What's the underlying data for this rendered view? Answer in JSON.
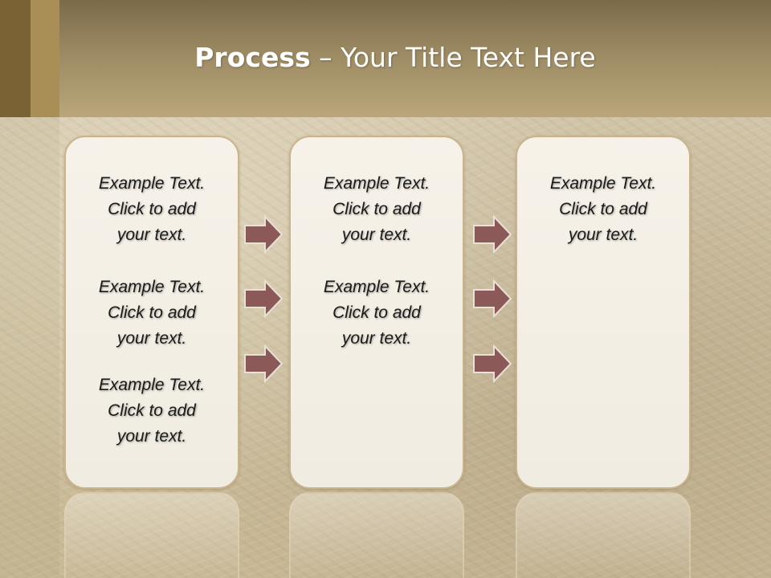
{
  "slide": {
    "title_bold": "Process",
    "title_rest": " – Your Title Text Here",
    "colors": {
      "title_bar": "#9c8a63",
      "accent_dark": "#7a6234",
      "accent_light": "#a98e55",
      "card_fill": "#f4f0e6",
      "card_border": "#c9b48c",
      "arrow_fill": "#8b5a58",
      "arrow_stroke": "#e9e1d6"
    }
  },
  "columns": [
    {
      "blocks": [
        {
          "line1": "Example Text.",
          "line2": "Click  to add",
          "line3": "your text."
        },
        {
          "line1": "Example Text.",
          "line2": "Click  to add",
          "line3": "your text."
        },
        {
          "line1": "Example Text.",
          "line2": "Click  to add",
          "line3": "your text."
        }
      ]
    },
    {
      "blocks": [
        {
          "line1": "Example Text.",
          "line2": "Click  to add",
          "line3": "your text."
        },
        {
          "line1": "Example Text.",
          "line2": "Click  to add",
          "line3": "your text."
        }
      ]
    },
    {
      "blocks": [
        {
          "line1": "Example Text.",
          "line2": "Click  to add",
          "line3": "your text."
        }
      ]
    }
  ],
  "arrows": {
    "icon": "right-arrow-icon",
    "count_between_col1_col2": 3,
    "count_between_col2_col3": 3
  }
}
